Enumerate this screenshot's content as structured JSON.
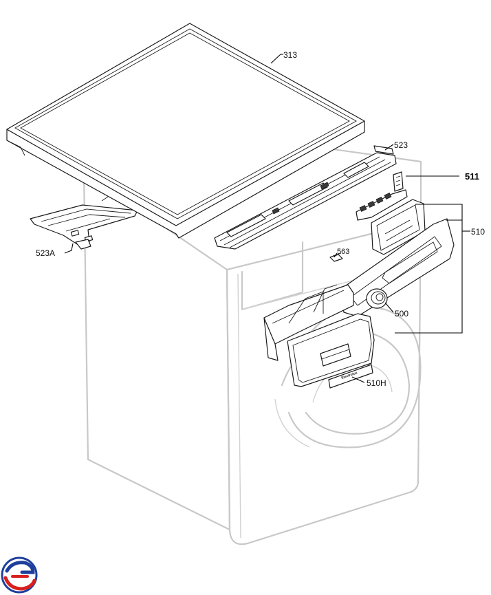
{
  "labels": {
    "p313": "313",
    "p523": "523",
    "p511": "511",
    "p510": "510",
    "p523A": "523A",
    "p563": "563",
    "p500": "500",
    "p510H": "510H"
  },
  "brand_plate_text": "Electrolux",
  "logo": {
    "name": "watermark-logo",
    "colors": [
      "#1e3f9c",
      "#d8201e"
    ]
  },
  "colors": {
    "part_outline": "#1a1a1a",
    "ghost_outline": "#c8c8c8",
    "leader": "#000000"
  }
}
